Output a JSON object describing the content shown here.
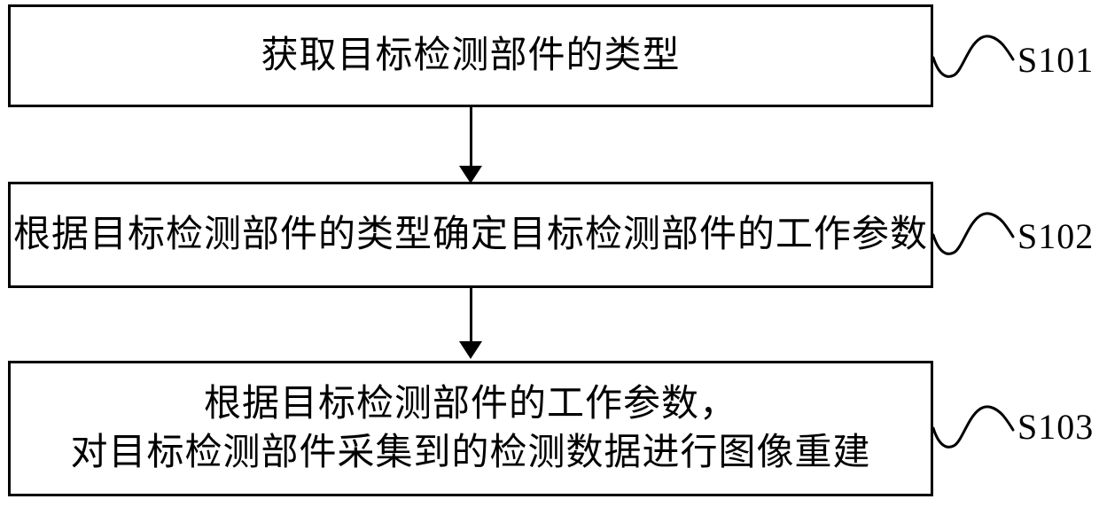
{
  "diagram": {
    "type": "flowchart",
    "colors": {
      "background": "#ffffff",
      "line": "#000000",
      "text": "#000000"
    },
    "steps": [
      {
        "ref": "S101",
        "lines": [
          "获取目标检测部件的类型"
        ]
      },
      {
        "ref": "S102",
        "lines": [
          "根据目标检测部件的类型确定目标检测部件的工作参数"
        ]
      },
      {
        "ref": "S103",
        "lines": [
          "根据目标检测部件的工作参数，",
          "对目标检测部件采集到的检测数据进行图像重建"
        ]
      }
    ]
  }
}
